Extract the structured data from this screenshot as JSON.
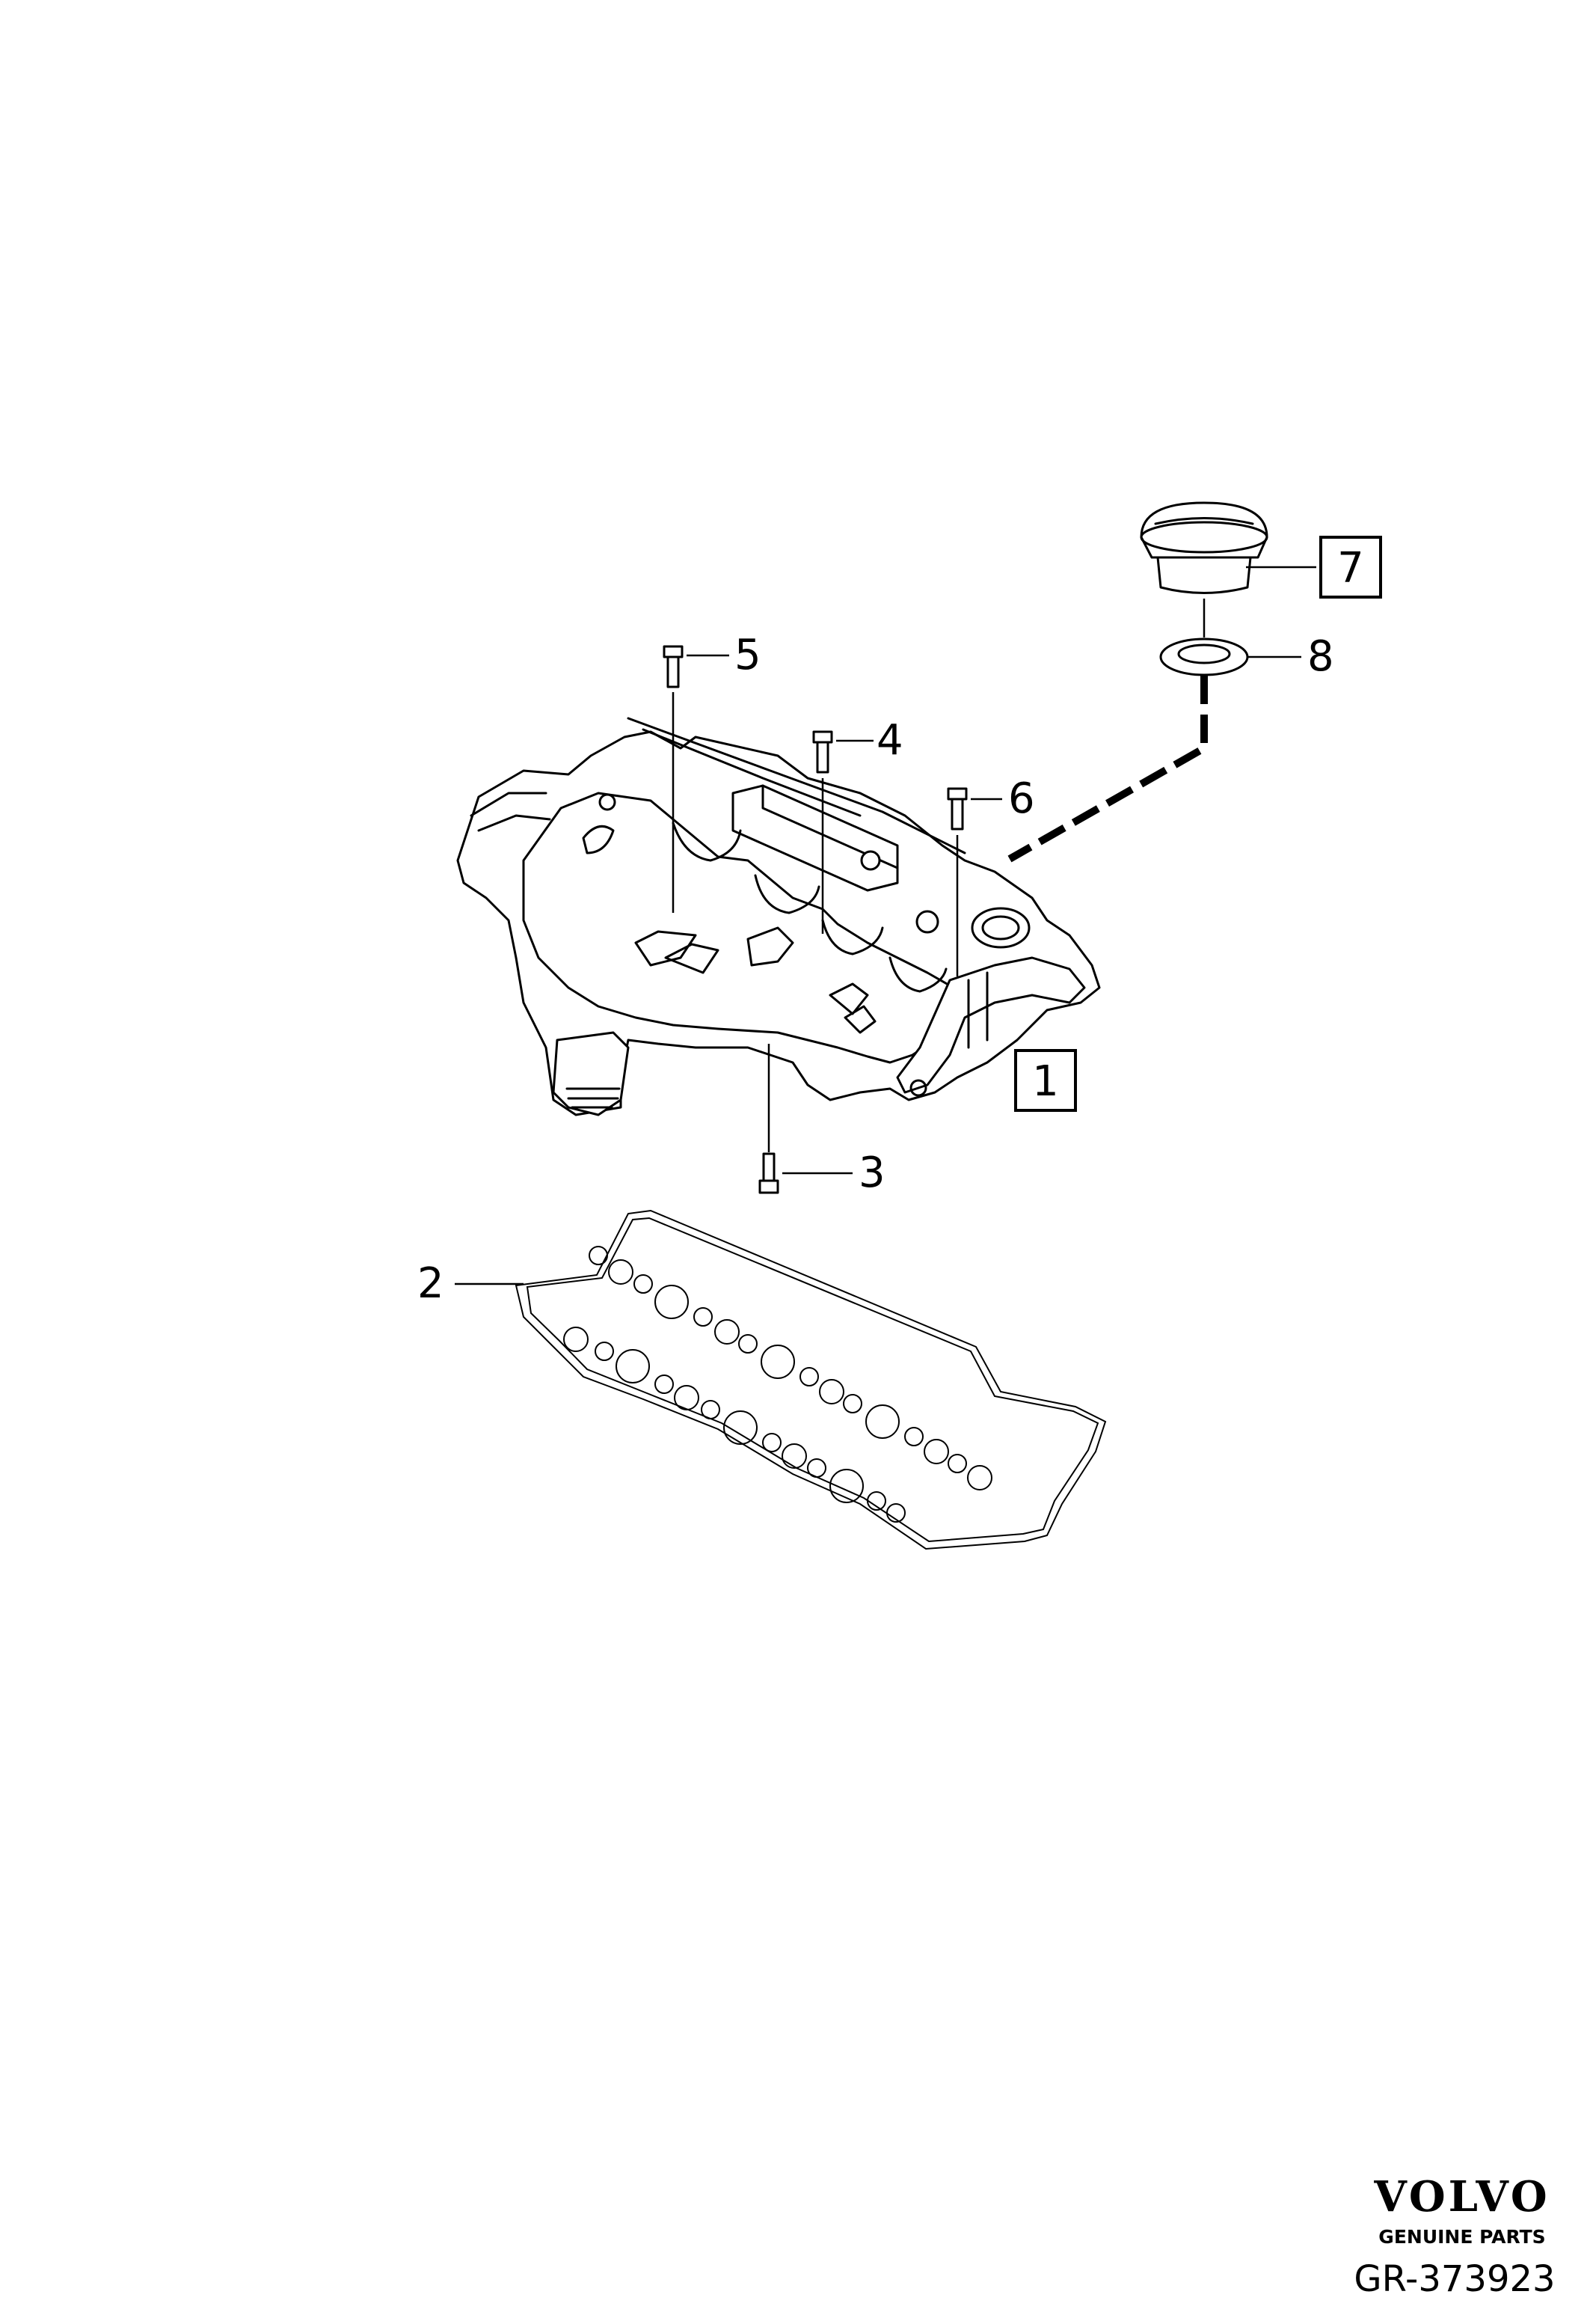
{
  "callouts": {
    "c1": "1",
    "c2": "2",
    "c3": "3",
    "c4": "4",
    "c5": "5",
    "c6": "6",
    "c7": "7",
    "c8": "8"
  },
  "brand": {
    "logo": "VOLVO",
    "tagline": "GENUINE PARTS"
  },
  "reference": "GR-373923"
}
